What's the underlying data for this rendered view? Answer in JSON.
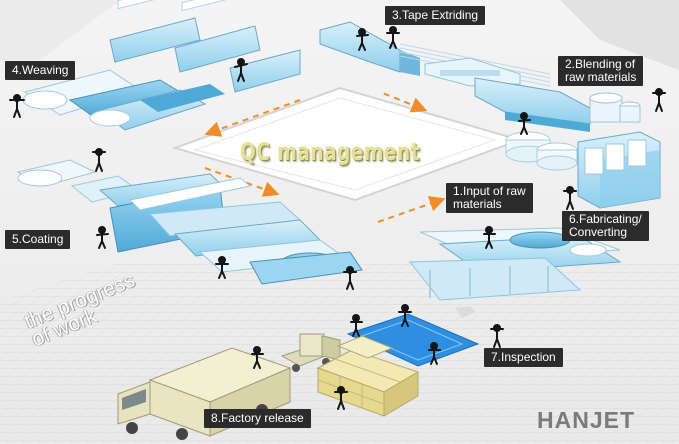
{
  "center_title": "QC management",
  "brand": "HANJET",
  "side_text": "the progress\n of work",
  "steps": [
    {
      "label": "1.Input of raw\nmaterials"
    },
    {
      "label": "2.Blending of\nraw materials"
    },
    {
      "label": "3.Tape Extriding"
    },
    {
      "label": "4.Weaving"
    },
    {
      "label": "5.Coating"
    },
    {
      "label": "6.Fabricating/\nConverting"
    },
    {
      "label": "7.Inspection"
    },
    {
      "label": "8.Factory release"
    }
  ],
  "colors": {
    "machine_blue": "#7ec8ea",
    "machine_light": "#cfe9f7",
    "inspection_blue": "#2e8fe0",
    "arrow_orange": "#f28c28",
    "label_bg": "#2b2b2b",
    "title_yellow": "#e3df9c"
  }
}
